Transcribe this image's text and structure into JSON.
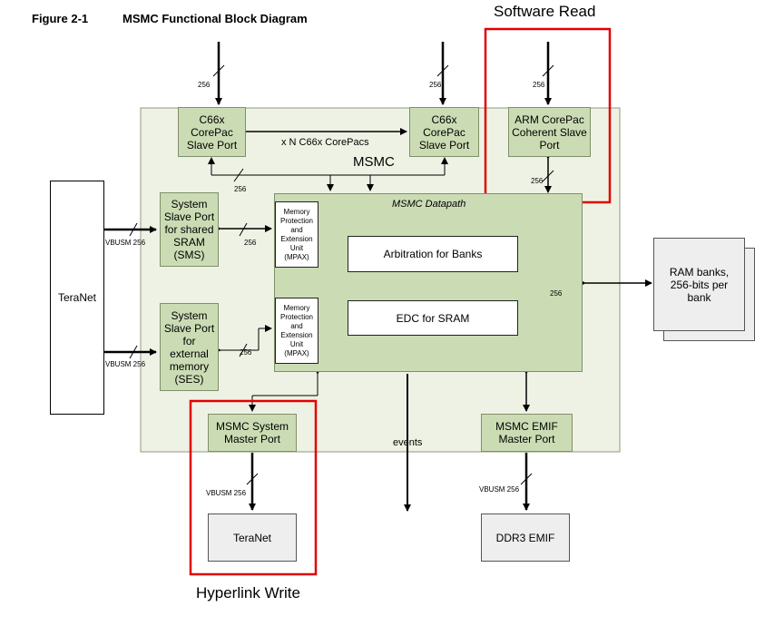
{
  "figure": {
    "number": "Figure 2-1",
    "title": "MSMC Functional Block Diagram"
  },
  "annotations": {
    "software_read": "Software Read",
    "hyperlink_write": "Hyperlink Write"
  },
  "blocks": {
    "msmc": "MSMC",
    "datapath": "MSMC Datapath",
    "c66x_left": "C66x\nCorePac\nSlave Port",
    "c66x_right": "C66x\nCorePac\nSlave Port",
    "n_corepacs": "x N C66x CorePacs",
    "arm": "ARM CorePac\nCoherent Slave\nPort",
    "sms": "System\nSlave Port\nfor shared\nSRAM\n(SMS)",
    "ses": "System\nSlave Port\nfor\nexternal\nmemory\n(SES)",
    "mpax_top": "Memory\nProtection\nand\nExtension\nUnit\n(MPAX)",
    "mpax_bottom": "Memory\nProtection\nand\nExtension\nUnit\n(MPAX)",
    "arbitration": "Arbitration for Banks",
    "edc": "EDC for SRAM",
    "teranet_left": "TeraNet",
    "ram_banks": "RAM banks,\n256-bits per\nbank",
    "master_port": "MSMC System\nMaster Port",
    "emif_port": "MSMC EMIF\nMaster Port",
    "teranet_bottom": "TeraNet",
    "ddr3": "DDR3 EMIF"
  },
  "labels": {
    "w256_top_left": "256",
    "w256_top_right": "256",
    "w256_arm_top": "256",
    "w256_arm_bottom": "256",
    "w256_c66x_bus": "256",
    "w256_sms": "256",
    "w256_ses": "256",
    "w256_datapath": "256",
    "vbusm_sms": "VBUSM 256",
    "vbusm_ses": "VBUSM 256",
    "vbusm_master": "VBUSM 256",
    "vbusm_emif": "VBUSM 256",
    "events": "events"
  },
  "colors": {
    "block_fill": "#cbdcb4",
    "msmc_fill": "#eef2e4",
    "highlight": "#e00000"
  }
}
